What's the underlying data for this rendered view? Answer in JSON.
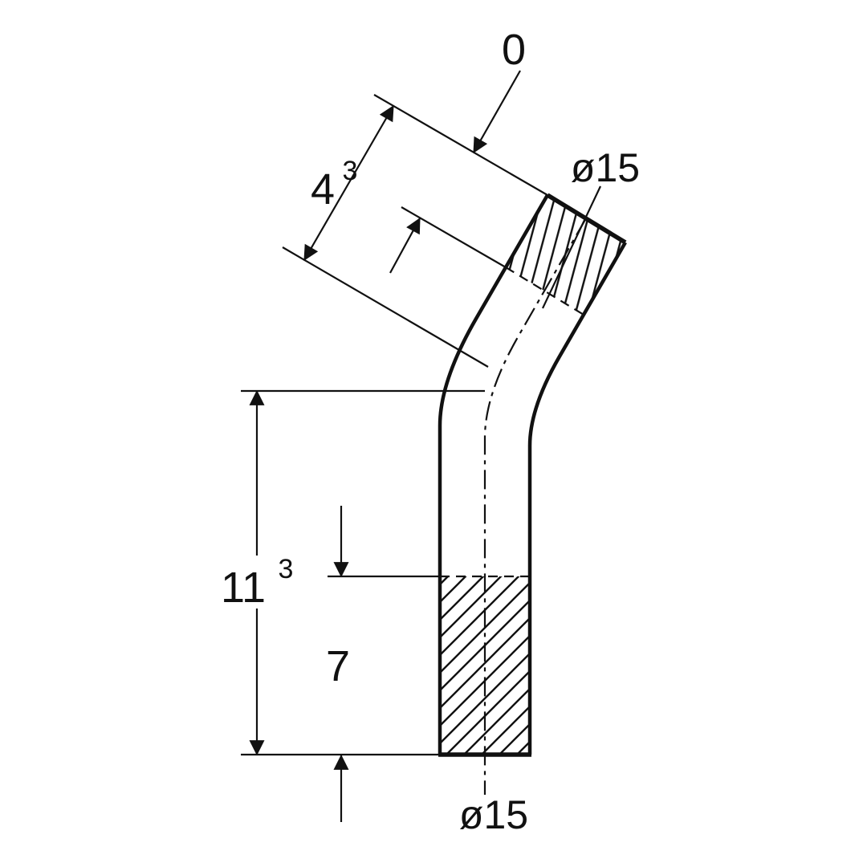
{
  "drawing": {
    "background": "#ffffff",
    "ink": "#111111",
    "dimensions": {
      "top_offset": "0",
      "top_length": "4",
      "top_length_sup": "3",
      "top_diameter": "ø15",
      "height": "11",
      "height_sup": "3",
      "lower_height": "7",
      "bottom_diameter": "ø15"
    }
  }
}
